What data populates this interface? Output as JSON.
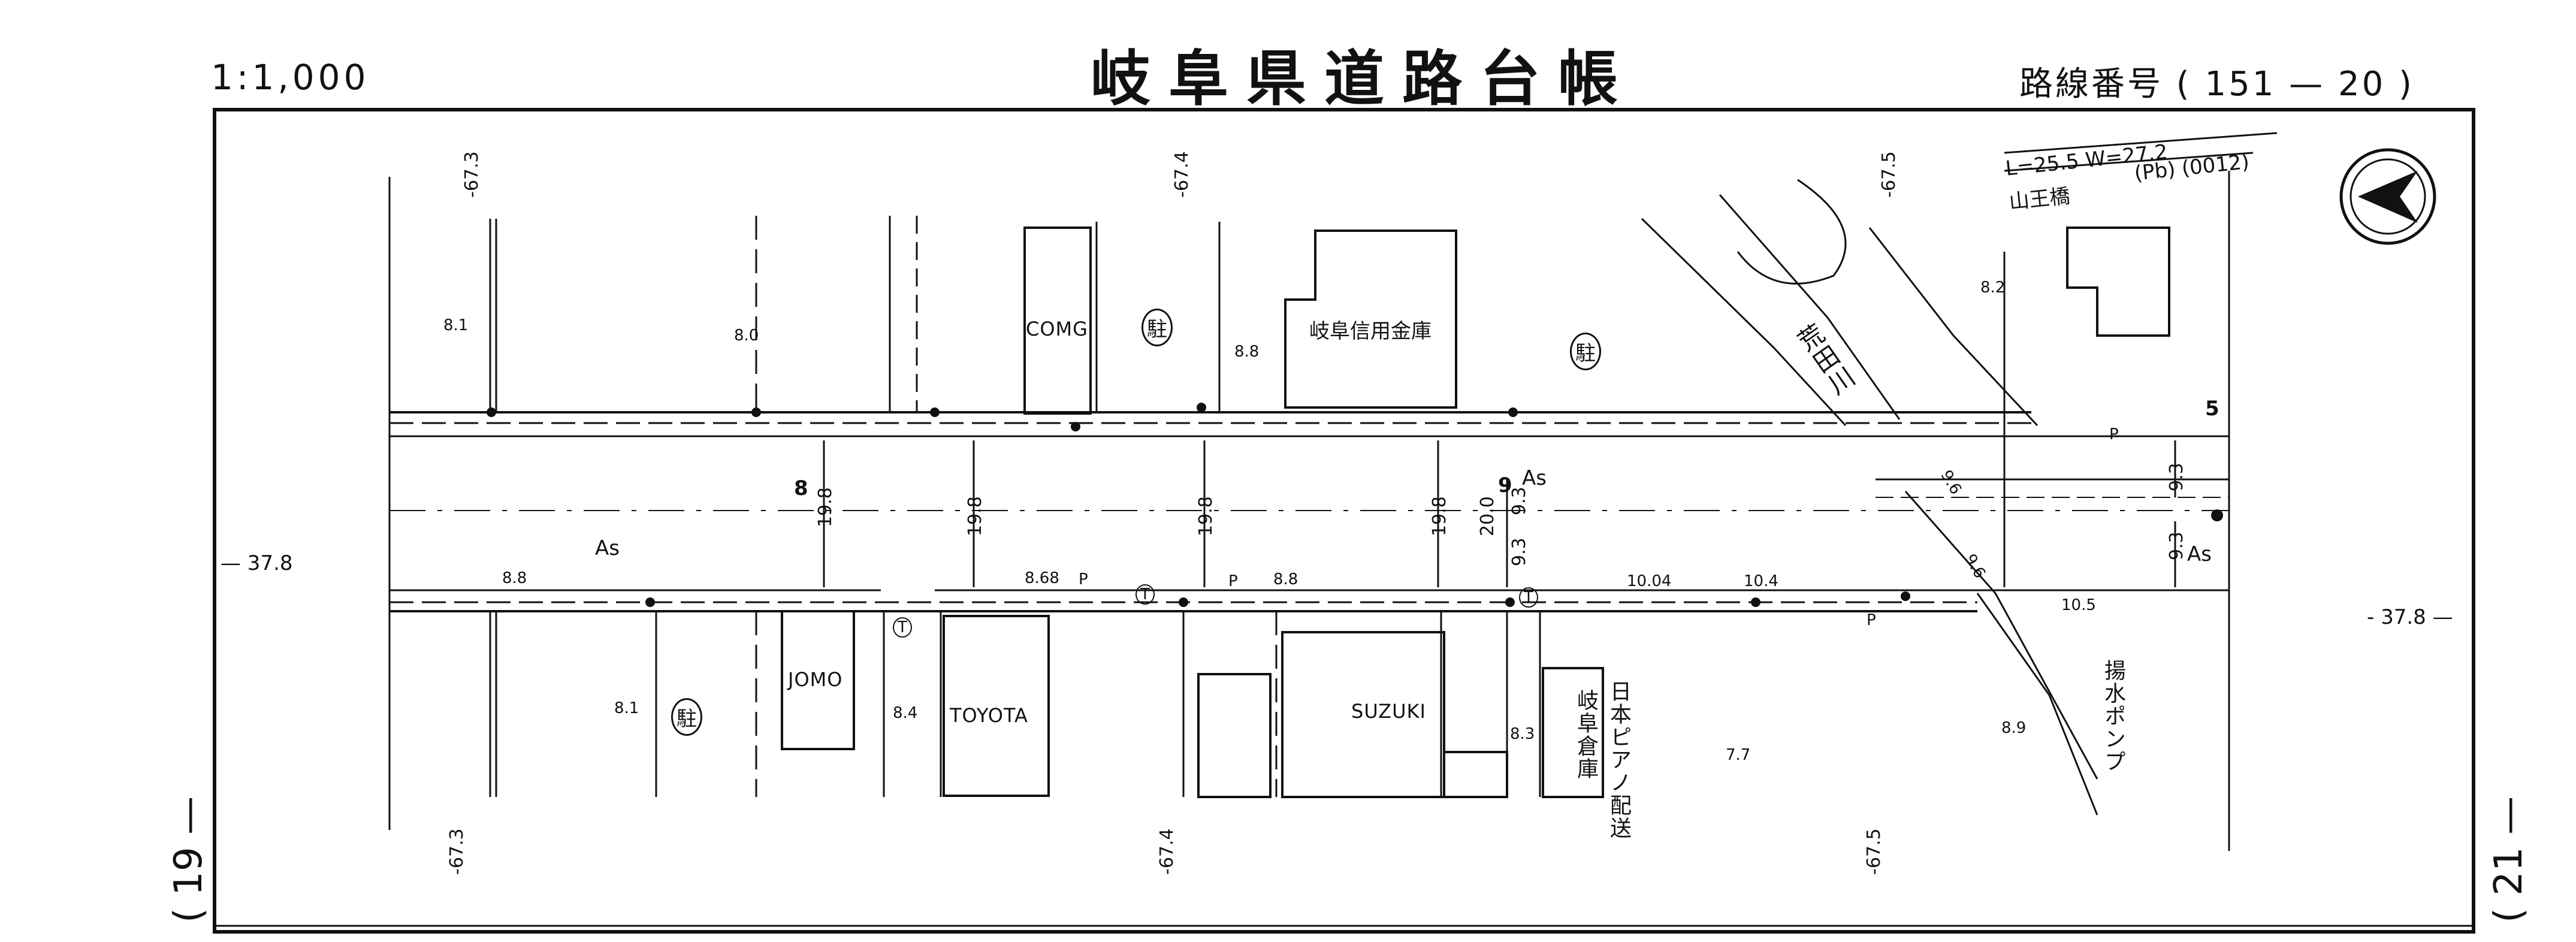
{
  "header": {
    "scale": "1:1,000",
    "title": "岐阜県道路台帳",
    "route_number": "路線番号 ( 151 — 20 )"
  },
  "map": {
    "coords_top": [
      "-67.3",
      "-67.4",
      "-67.5"
    ],
    "coords_bottom": [
      "-67.3",
      "-67.4",
      "-67.5"
    ],
    "coord_left": "— 37.8",
    "coord_right": "- 37.8 —",
    "sheet_prev": "( 19 —",
    "sheet_next": "( 21 —",
    "bridge": {
      "dims": "L=25.5  W=27.2",
      "name": "山王橋",
      "code": "(Pb) (0012)"
    },
    "river": "荒田川",
    "businesses": [
      "COMG",
      "岐阜信用金庫",
      "JOMO",
      "TOYOTA",
      "SUZUKI",
      "日本ピアノ配送",
      "岐阜倉庫",
      "揚水ポンプ"
    ],
    "parking": "駐",
    "surface": "As",
    "spot_elevations": [
      "8.1",
      "8.0",
      "8.8",
      "8.2",
      "8.8",
      "8.68",
      "8.8",
      "10.04",
      "10.4",
      "10.5",
      "8.1",
      "8.4",
      "8.3",
      "7.7",
      "8.9"
    ],
    "widths": [
      "19.8",
      "19.8",
      "19.8",
      "19.8",
      "20.0",
      "9.3",
      "9.3",
      "9.6",
      "9.6",
      "9.3",
      "9.3"
    ],
    "station_marks": [
      "8",
      "9",
      "5"
    ],
    "symbols": [
      "P",
      "P",
      "P",
      "P",
      "T",
      "T",
      "T"
    ]
  },
  "colors": {
    "ink": "#111111",
    "paper": "#ffffff"
  }
}
